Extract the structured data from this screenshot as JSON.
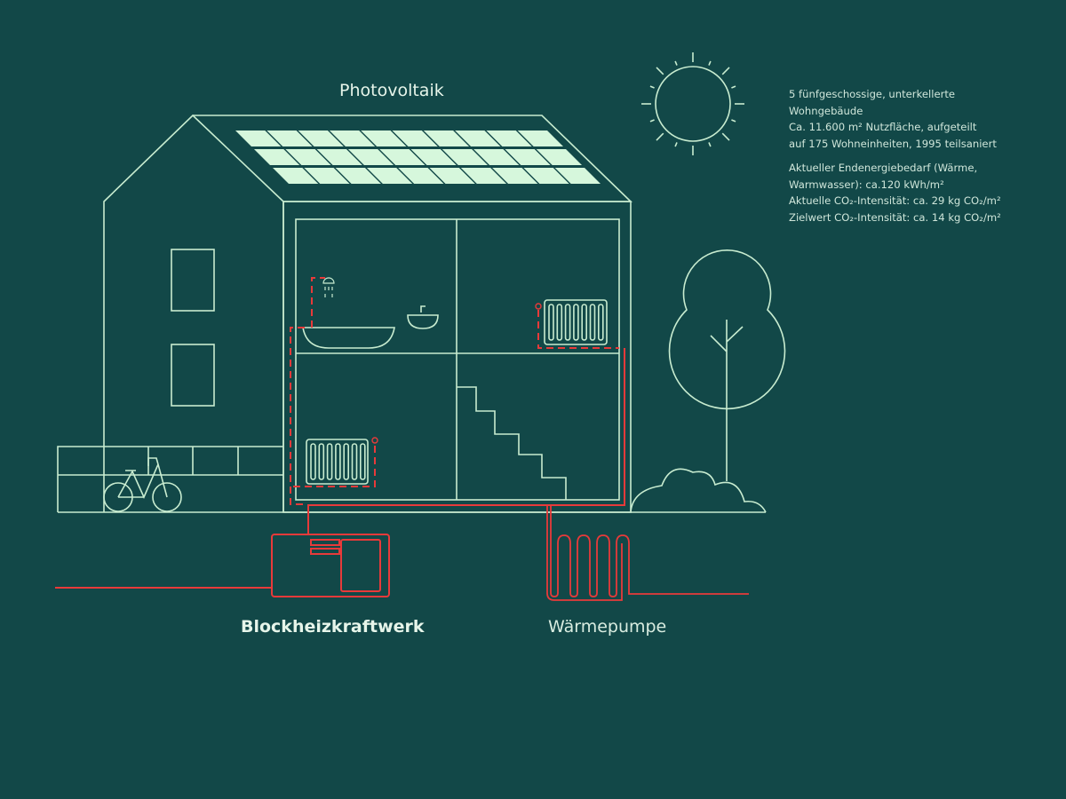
{
  "labels": {
    "photovoltaik": "Photovoltaik",
    "blockheizkraftwerk": "Blockheizkraftwerk",
    "waermepumpe": "Wärmepumpe"
  },
  "info": {
    "block1": [
      "5 fünfgeschossige, unterkellerte",
      "Wohngebäude",
      "Ca. 11.600 m² Nutzfläche, aufgeteilt",
      "auf 175 Wohneinheiten, 1995 teilsaniert"
    ],
    "block2": [
      "Aktueller Endenergiebedarf (Wärme,",
      "Warmwasser): ca.120 kWh/m²",
      "Aktuelle CO₂-Intensität: ca. 29 kg CO₂/m²",
      "Zielwert CO₂-Intensität: ca. 14 kg CO₂/m²"
    ]
  },
  "colors": {
    "background": "#124848",
    "line": "#c8ecd0",
    "panel": "#d6f7dc",
    "pipe": "#e83a3a"
  },
  "solar_panels": {
    "rows": 3,
    "columns": 10
  }
}
